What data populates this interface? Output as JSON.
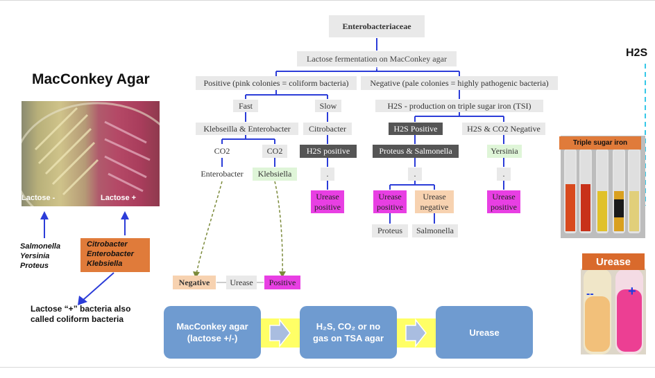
{
  "colors": {
    "connector": "#2b3cd8",
    "magenta": "#e83fe3",
    "peach": "#f7d2b0",
    "green": "#dff5d8",
    "flow": "#6f9bd0",
    "orange": "#e07b3a"
  },
  "left": {
    "title": "MacConkey Agar",
    "plate_label_neg": "Lactose -",
    "plate_label_pos": "Lactose +",
    "neg_bacteria": [
      "Salmonella",
      "Yersinia",
      "Proteus"
    ],
    "pos_bacteria": [
      "Citrobacter",
      "Enterobacter",
      "Klebsiella"
    ],
    "note_line1": "Lactose “+” bacteria also",
    "note_line2": "called coliform bacteria"
  },
  "tree": {
    "root": "Enterobacteriaceae",
    "lactose": "Lactose fermentation on MacConkey agar",
    "positive": "Positive (pink colonies = coliform bacteria)",
    "negative": "Negative (pale colonies = highly pathogenic bacteria)",
    "fast": "Fast",
    "slow": "Slow",
    "h2s_production": "H2S - production on triple sugar iron (TSI)",
    "kleb_entero": "Klebseilla & Enterobacter",
    "citrobacter": "Citrobacter",
    "h2s_positive_group": "H2S Positive",
    "h2s_co2_negative": "H2S & CO2 Negative",
    "co2_a": "CO2",
    "co2_b": "CO2",
    "h2s_positive": "H2S positive",
    "proteus_salmonella": "Proteus & Salmonella",
    "yersinia": "Yersinia",
    "enterobacter": "Enterobacter",
    "klebsiella": "Klebsiella",
    "dot1": ".",
    "dot2": ".",
    "dot3": ".",
    "urease_pos_1a": "Urease",
    "urease_pos_1b": "positive",
    "urease_pos_2a": "Urease",
    "urease_pos_2b": "positive",
    "urease_neg_a": "Urease",
    "urease_neg_b": "negative",
    "urease_pos_3a": "Urease",
    "urease_pos_3b": "positive",
    "proteus": "Proteus",
    "salmonella": "Salmonella",
    "urease_row_neg": "Negative",
    "urease_row_mid": "Urease",
    "urease_row_pos": "Positive"
  },
  "right": {
    "h2s_title": "H2S",
    "tsi_label": "Triple sugar iron",
    "urease_label": "Urease",
    "minus": "--",
    "plus": "+"
  },
  "flow": {
    "step1_line1": "MacConkey agar",
    "step1_line2": "(lactose +/-)",
    "step2_line1": "H₂S, CO₂ or no",
    "step2_line2": "gas on TSA agar",
    "step3": "Urease"
  }
}
